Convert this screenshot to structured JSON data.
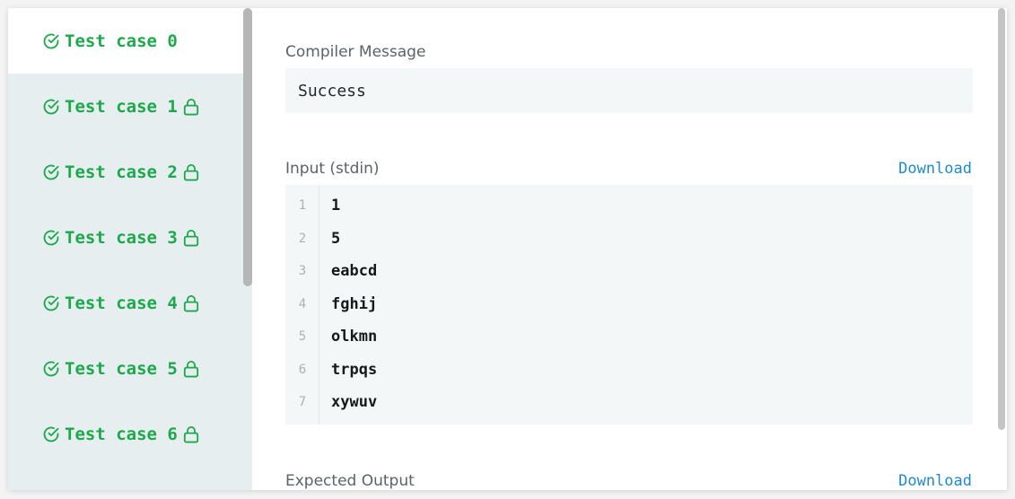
{
  "sidebar": {
    "test_cases": [
      {
        "label": "Test case 0",
        "locked": false,
        "active": true
      },
      {
        "label": "Test case 1",
        "locked": true,
        "active": false
      },
      {
        "label": "Test case 2",
        "locked": true,
        "active": false
      },
      {
        "label": "Test case 3",
        "locked": true,
        "active": false
      },
      {
        "label": "Test case 4",
        "locked": true,
        "active": false
      },
      {
        "label": "Test case 5",
        "locked": true,
        "active": false
      },
      {
        "label": "Test case 6",
        "locked": true,
        "active": false
      }
    ]
  },
  "main": {
    "compiler_message_label": "Compiler Message",
    "compiler_message": "Success",
    "input_label": "Input (stdin)",
    "input_download": "Download",
    "input_lines": [
      {
        "n": "1",
        "text": "1"
      },
      {
        "n": "2",
        "text": "5"
      },
      {
        "n": "3",
        "text": "eabcd"
      },
      {
        "n": "4",
        "text": "fghij"
      },
      {
        "n": "5",
        "text": "olkmn"
      },
      {
        "n": "6",
        "text": "trpqs"
      },
      {
        "n": "7",
        "text": "xywuv"
      }
    ],
    "expected_output_label": "Expected Output",
    "expected_download": "Download"
  },
  "colors": {
    "success_green": "#1ba94c",
    "link_blue": "#1f8acb",
    "sidebar_bg": "#e7eeef",
    "code_bg": "#f3f7f7"
  },
  "icons": {
    "status": "check-circle-icon",
    "locked": "lock-icon"
  }
}
